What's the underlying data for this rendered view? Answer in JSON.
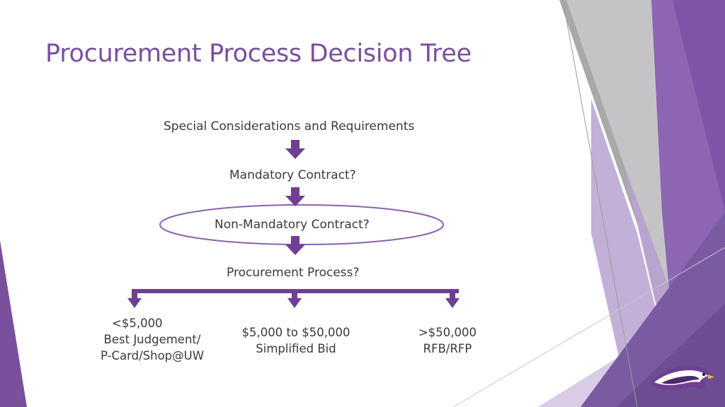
{
  "title": "Procurement Process Decision Tree",
  "nodes": {
    "step1": "Special Considerations and Requirements",
    "step2": "Mandatory Contract?",
    "step3": "Non-Mandatory Contract?",
    "step4": "Procurement Process?"
  },
  "options": {
    "low": {
      "line1": "<$5,000",
      "line2": "Best Judgement/",
      "line3": "P-Card/Shop@UW"
    },
    "mid": {
      "line1": "$5,000 to $50,000",
      "line2": "Simplified Bid"
    },
    "high": {
      "line1": ">$50,000",
      "line2": "RFB/RFP"
    }
  },
  "colors": {
    "accent": "#7a4f9e",
    "arrow": "#6e3f93",
    "highlight_ellipse": "#8a62b0",
    "text": "#3a3a3a"
  },
  "icons": {
    "logo": "warhawk-logo"
  }
}
